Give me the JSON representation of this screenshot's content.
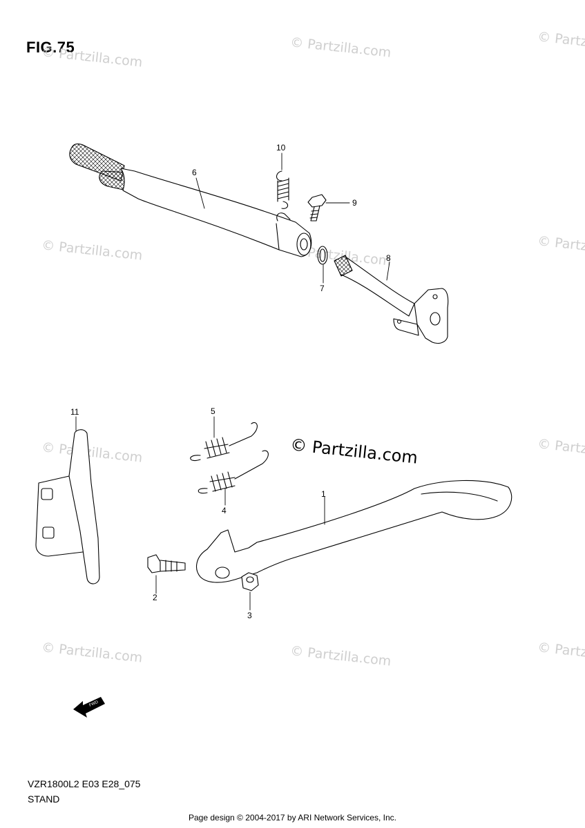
{
  "figure": {
    "title": "FIG.75",
    "model_code": "VZR1800L2 E03 E28_075",
    "section_name": "STAND"
  },
  "watermark": {
    "text": "© Partzilla.com",
    "main_text": "© Partzilla.com"
  },
  "callouts": [
    "1",
    "2",
    "3",
    "4",
    "5",
    "6",
    "7",
    "8",
    "9",
    "10",
    "11"
  ],
  "fwd_arrow_label": "FWD",
  "footer": {
    "text": "Page design © 2004-2017 by ARI Network Services, Inc."
  }
}
